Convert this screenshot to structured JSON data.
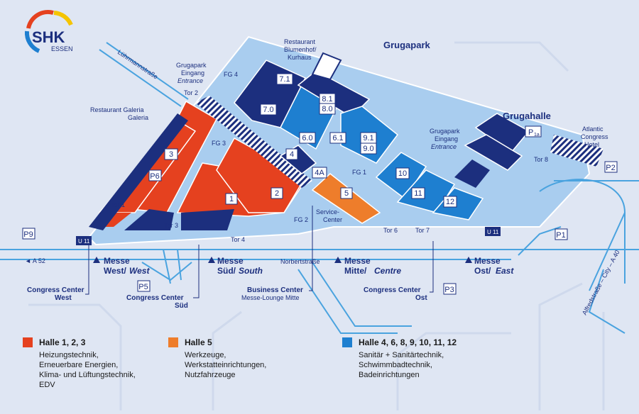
{
  "brand": {
    "name": "SHK",
    "subtitle": "ESSEN"
  },
  "colors": {
    "red_halls": "#e5411f",
    "orange_halls": "#ee7d2b",
    "blue_halls": "#1e7fd0",
    "dark_blue": "#1c2f7e",
    "light_blue": "#a9cdef",
    "background": "#dfe6f3"
  },
  "areas": {
    "grugapark": "Grugapark",
    "grugahalle": "Grugahalle",
    "restaurant_blumenhof": [
      "Restaurant",
      "Blumenhof/",
      "Kurhaus"
    ],
    "grugapark_entrance_west": [
      "Grugapark",
      "Eingang",
      "Entrance"
    ],
    "grugapark_entrance_east": [
      "Grugapark",
      "Eingang",
      "Entrance"
    ],
    "atlantic_hotel": [
      "Atlantic",
      "Congress",
      "Hotel"
    ],
    "restaurant_galeria": [
      "Restaurant Galeria",
      "Galeria"
    ],
    "service_center": [
      "Service-",
      "Center"
    ]
  },
  "streets": {
    "luehrmann": "Lührmannstraße",
    "norbert": "Norbertstraße",
    "alfred": "Alfredstraße – City – A 40",
    "a52": "◄  A 52"
  },
  "halls": {
    "h1": "1",
    "h2": "2",
    "h3": "3",
    "h4": "4",
    "h4a": "4A",
    "h5": "5",
    "h6_0": "6.0",
    "h6_1": "6.1",
    "h7_0": "7.0",
    "h7_1": "7.1",
    "h8_0": "8.0",
    "h8_1": "8.1",
    "h9_0": "9.0",
    "h9_1": "9.1",
    "h10": "10",
    "h11": "11",
    "h12": "12"
  },
  "foyers": {
    "fg1": "FG 1",
    "fg2": "FG 2",
    "fg3": "FG 3",
    "fg4": "FG 4"
  },
  "gates": {
    "tor1": "Tor 1",
    "tor2": "Tor 2",
    "tor3": "Tor 3",
    "tor4": "Tor 4",
    "tor6": "Tor 6",
    "tor7": "Tor 7",
    "tor8": "Tor 8"
  },
  "parking": {
    "p1": "P1",
    "p1a_main": "P",
    "p1a_sub": "1a",
    "p2": "P2",
    "p3": "P3",
    "p5": "P5",
    "p6": "P6",
    "p9": "P9"
  },
  "ubahn": {
    "west": "U 11",
    "east": "U 11"
  },
  "stops": {
    "west": {
      "main": "Messe",
      "line2": "West/",
      "line2_italic": "West"
    },
    "sued": {
      "main": "Messe",
      "line2": "Süd/",
      "line2_italic": "South"
    },
    "mitte": {
      "main": "Messe",
      "line2": "Mitte/",
      "line2_italic": "Centre"
    },
    "ost": {
      "main": "Messe",
      "line2": "Ost/",
      "line2_italic": "East"
    }
  },
  "congress": {
    "west": [
      "Congress Center",
      "West"
    ],
    "sued": [
      "Congress Center",
      "Süd"
    ],
    "business": [
      "Business Center",
      "Messe-Lounge Mitte"
    ],
    "ost": [
      "Congress Center",
      "Ost"
    ]
  },
  "legend": [
    {
      "title": "Halle 1, 2, 3",
      "color": "#e5411f",
      "lines": [
        "Heizungstechnik,",
        "Erneuerbare Energien,",
        "Klima- und Lüftungstechnik,",
        "EDV"
      ]
    },
    {
      "title": "Halle 5",
      "color": "#ee7d2b",
      "lines": [
        "Werkzeuge,",
        "Werkstatteinrichtungen,",
        "Nutzfahrzeuge"
      ]
    },
    {
      "title": "Halle 4, 6, 8, 9, 10, 11, 12",
      "color": "#1e7fd0",
      "lines": [
        "Sanitär + Sanitärtechnik,",
        "Schwimmbadtechnik,",
        "Badeinrichtungen"
      ]
    }
  ]
}
